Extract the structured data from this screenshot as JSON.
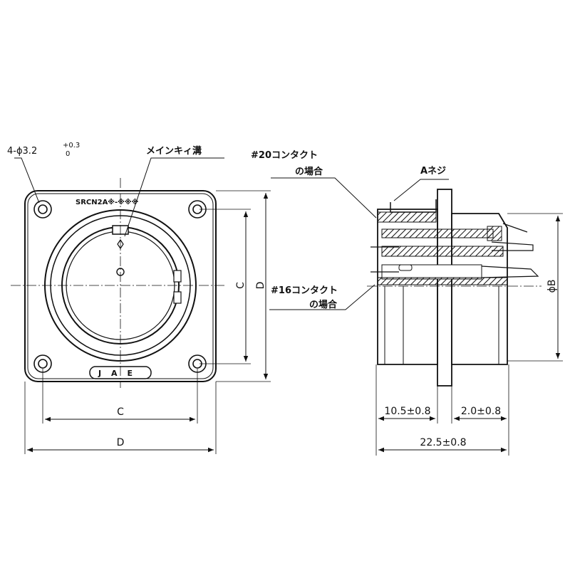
{
  "front_view": {
    "hole_callout": "4-ϕ3.2",
    "hole_tol_upper": "+0.3",
    "hole_tol_lower": "0",
    "key_label": "メインキィ溝",
    "model_marking": "SRCN2A※-※※※",
    "logo": "JAE",
    "dim_c": "C",
    "dim_d": "D"
  },
  "side_view": {
    "contact20_line1": "#20コンタクト",
    "contact20_line2": "の場合",
    "contact16_line1": "#16コンタクト",
    "contact16_line2": "の場合",
    "thread_label": "Aネジ",
    "dim_phi_b": "ϕB",
    "dim_10_5": "10.5±0.8",
    "dim_2_0": "2.0±0.8",
    "dim_22_5": "22.5±0.8"
  }
}
